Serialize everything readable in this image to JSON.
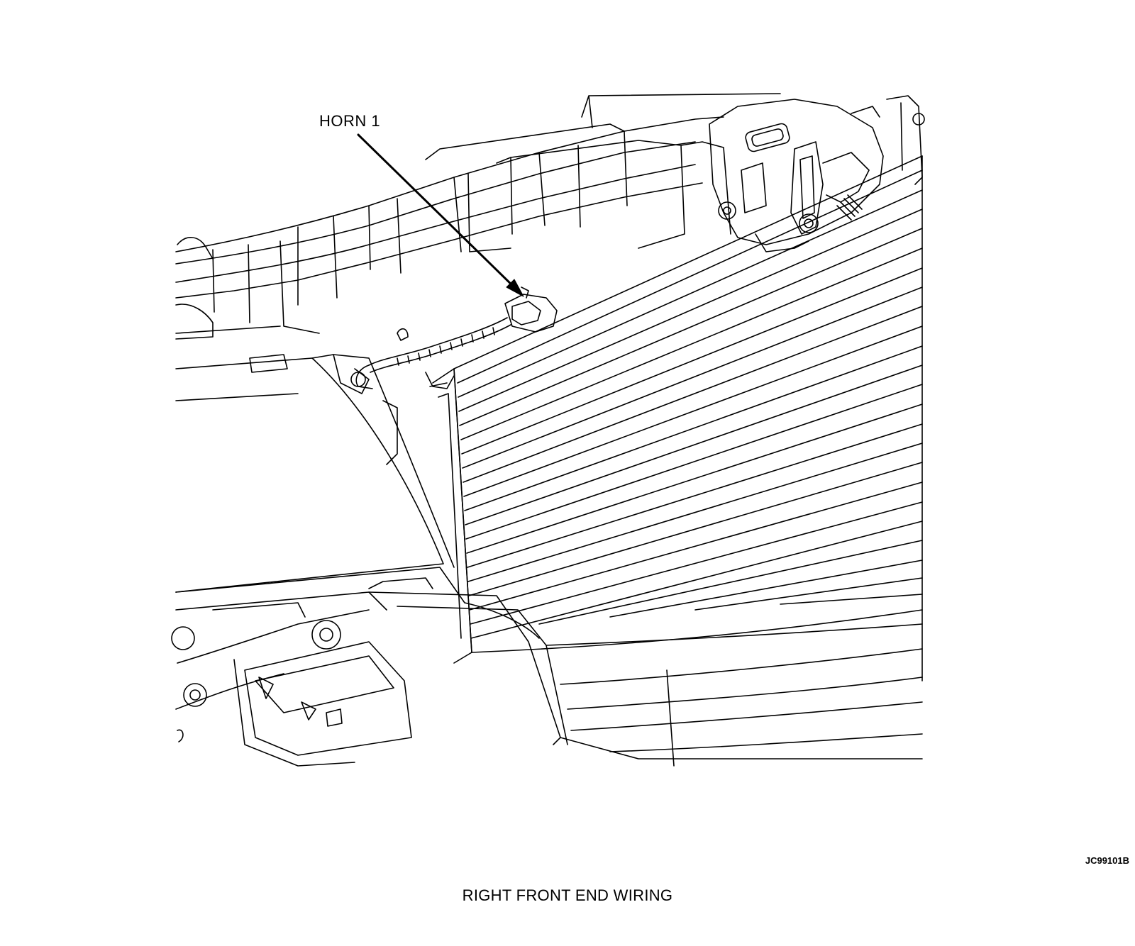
{
  "callout": {
    "label": "HORN 1"
  },
  "figure": {
    "code": "JC99101B",
    "caption": "RIGHT FRONT END WIRING"
  },
  "colors": {
    "line": "#000000",
    "background": "#ffffff"
  }
}
